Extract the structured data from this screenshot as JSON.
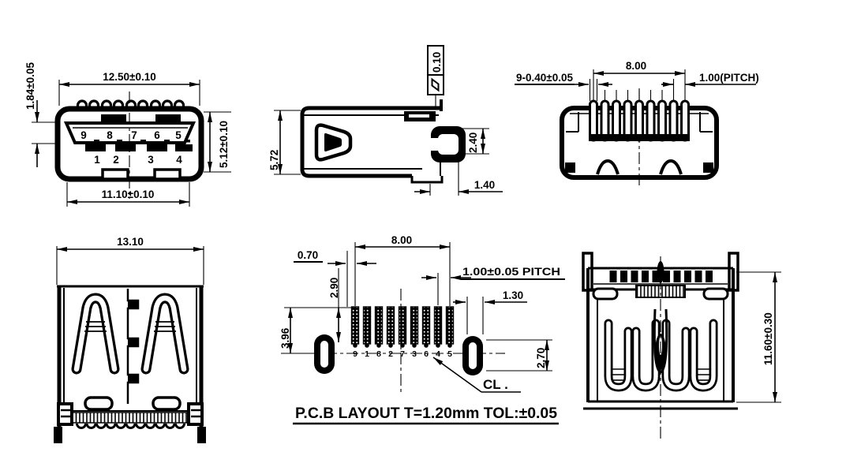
{
  "colors": {
    "ink": "#000000",
    "paper": "#ffffff"
  },
  "views": {
    "front": {
      "dim_top": "12.50±0.10",
      "dim_left": "1.84±0.05",
      "dim_right": "5.12±0.10",
      "dim_bottom": "11.10±0.10",
      "pins_top": [
        "9",
        "8",
        "7",
        "6",
        "5"
      ],
      "pins_bottom": [
        "1",
        "2",
        "3",
        "4"
      ]
    },
    "side": {
      "dim_height": "5.72",
      "dim_fork": "2.40",
      "dim_tail": "1.40",
      "flatness_value": "0.10"
    },
    "rear": {
      "dim_span": "8.00",
      "dim_pin": "9-0.40±0.05",
      "dim_pitch": "1.00(PITCH)"
    },
    "top": {
      "dim_width": "13.10"
    },
    "pcb": {
      "dim_span": "8.00",
      "dim_offset": "0.70",
      "dim_pad_length": "2.90",
      "dim_row": "3.96",
      "dim_pitch": "1.00±0.05 PITCH",
      "dim_hole_offset": "1.30",
      "dim_hole": "2.70",
      "centerline_label": "CL .",
      "pad_numbers": [
        "9",
        "1",
        "8",
        "2",
        "7",
        "3",
        "6",
        "4",
        "5"
      ],
      "note": "P.C.B  LAYOUT T=1.20mm TOL:±0.05"
    },
    "bottom": {
      "dim_height": "11.60±0.30"
    }
  }
}
